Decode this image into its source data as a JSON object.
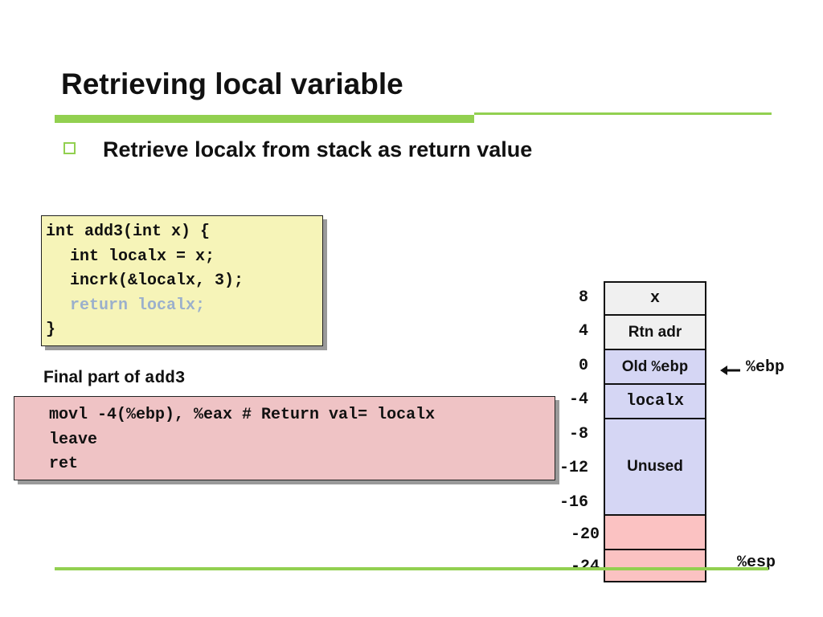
{
  "slide": {
    "title": "Retrieving local variable",
    "bullet": "Retrieve localx from stack as return value"
  },
  "c_code": {
    "lines": [
      "int add3(int x) {",
      "int localx = x;",
      "incrk(&localx, 3);",
      "return localx;",
      "}"
    ]
  },
  "caption": {
    "text": "Final part of ",
    "code": "add3"
  },
  "asm_code": {
    "lines": [
      "movl -4(%ebp), %eax # Return val= localx",
      "leave",
      "ret"
    ]
  },
  "stack": {
    "offsets": [
      "8",
      "4",
      "0",
      "-4",
      "-8",
      "-12",
      "-16",
      "-20",
      "-24"
    ],
    "cells": [
      {
        "label": "x",
        "color": "#f0f0f0"
      },
      {
        "label": "Rtn adr",
        "color": "#f0f0f0"
      },
      {
        "label_text": "Old ",
        "label_code": "%ebp",
        "color": "#d5d6f4"
      },
      {
        "label": "localx",
        "color": "#d5d6f4"
      },
      {
        "label": "Unused",
        "color": "#d5d6f4"
      },
      {
        "label": "",
        "color": "#fbc2c2"
      },
      {
        "label": "",
        "color": "#fbc2c2"
      }
    ],
    "ebp_label": "%ebp",
    "esp_label": "%esp"
  },
  "colors": {
    "accent_green": "#92d050",
    "c_code_bg": "#f6f4b8",
    "asm_code_bg": "#efc3c5",
    "faded_code": "#9bb0cc"
  },
  "icons": {
    "bullet": "hollow-square-bullet-icon",
    "ebp_pointer": "left-arrow-icon"
  }
}
